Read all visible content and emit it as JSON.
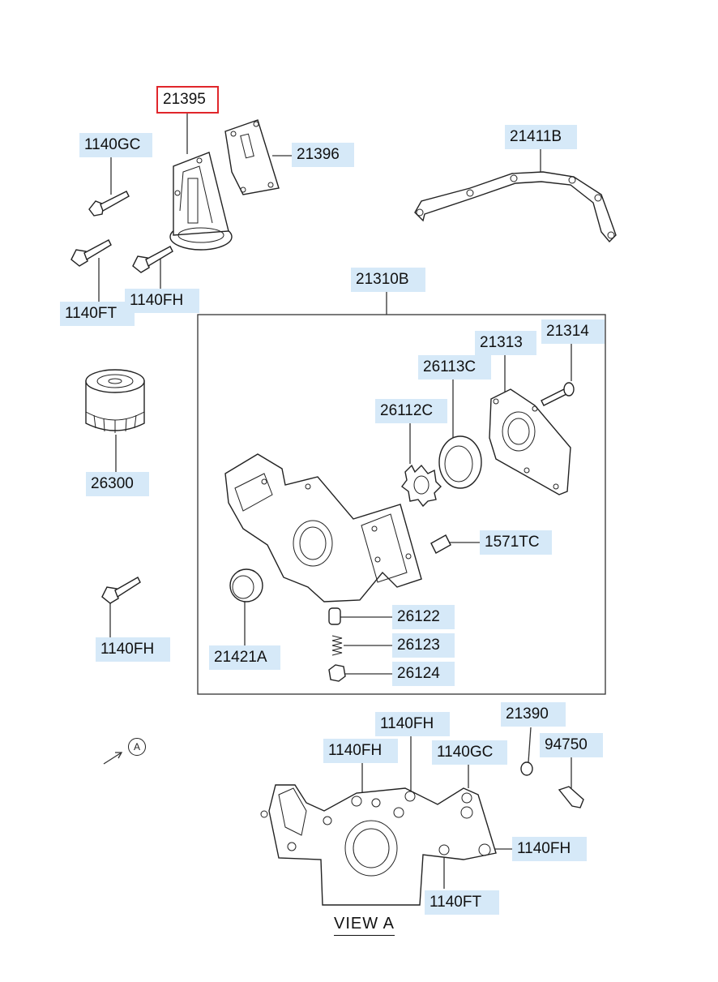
{
  "selected_part": "21395",
  "callouts": [
    {
      "id": "21395",
      "label": "21395"
    },
    {
      "id": "1140GC_a",
      "label": "1140GC"
    },
    {
      "id": "21396",
      "label": "21396"
    },
    {
      "id": "21411B",
      "label": "21411B"
    },
    {
      "id": "1140FT_a",
      "label": "1140FT"
    },
    {
      "id": "1140FH_a",
      "label": "1140FH"
    },
    {
      "id": "21310B",
      "label": "21310B"
    },
    {
      "id": "21313",
      "label": "21313"
    },
    {
      "id": "21314",
      "label": "21314"
    },
    {
      "id": "26113C",
      "label": "26113C"
    },
    {
      "id": "26112C",
      "label": "26112C"
    },
    {
      "id": "26300",
      "label": "26300"
    },
    {
      "id": "1571TC",
      "label": "1571TC"
    },
    {
      "id": "1140FH_b",
      "label": "1140FH"
    },
    {
      "id": "21421A",
      "label": "21421A"
    },
    {
      "id": "26122",
      "label": "26122"
    },
    {
      "id": "26123",
      "label": "26123"
    },
    {
      "id": "26124",
      "label": "26124"
    },
    {
      "id": "1140FH_c",
      "label": "1140FH"
    },
    {
      "id": "21390",
      "label": "21390"
    },
    {
      "id": "1140FH_d",
      "label": "1140FH"
    },
    {
      "id": "1140GC_b",
      "label": "1140GC"
    },
    {
      "id": "94750",
      "label": "94750"
    },
    {
      "id": "1140FH_e",
      "label": "1140FH"
    },
    {
      "id": "1140FT_b",
      "label": "1140FT"
    }
  ],
  "view": {
    "caption": "VIEW   A",
    "ref_marker": "A"
  },
  "colors": {
    "callout_bg": "#d6e9f8",
    "selected_border": "#e0262b",
    "line": "#333333"
  }
}
